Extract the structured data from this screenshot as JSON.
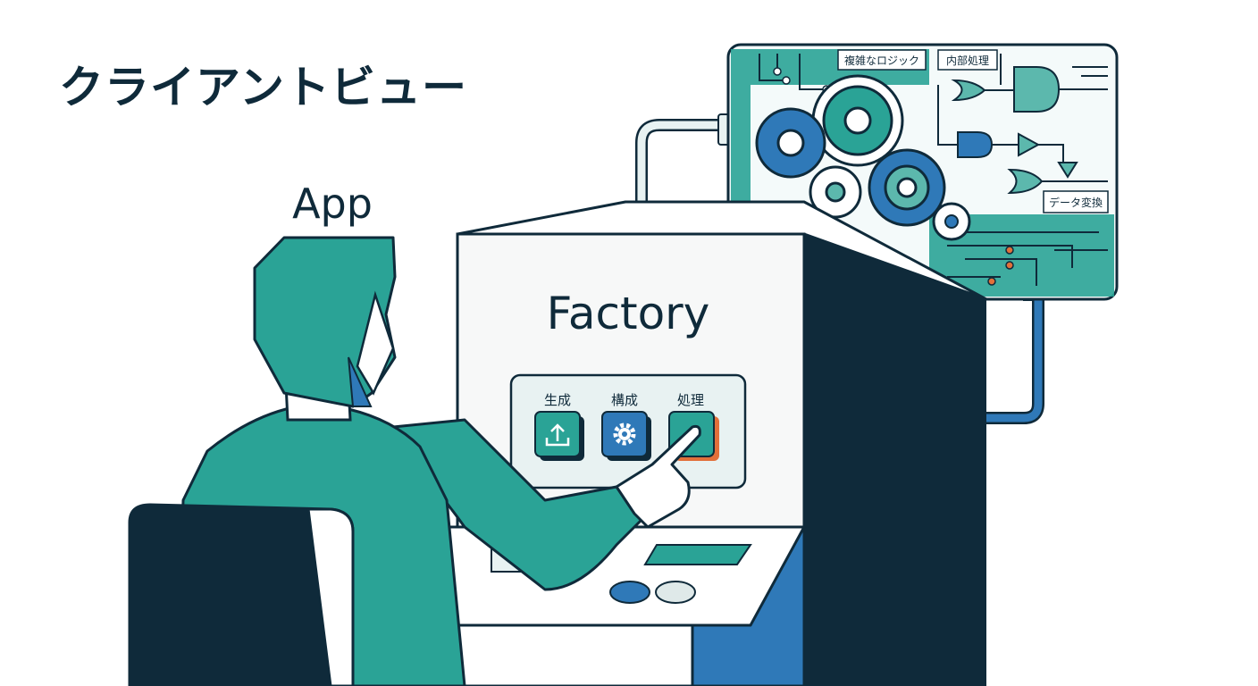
{
  "title": "クライアントビュー",
  "app_label": "App",
  "factory_label": "Factory",
  "buttons": [
    {
      "label": "生成",
      "icon": "upload-icon"
    },
    {
      "label": "構成",
      "icon": "gear-icon"
    },
    {
      "label": "処理",
      "icon": "process-icon"
    }
  ],
  "internal_labels": {
    "complex_logic": "複雑なロジック",
    "internal_processing": "内部処理",
    "data_conversion": "データ変換"
  },
  "colors": {
    "teal": "#2aa396",
    "dark": "#0f2a3a",
    "blue": "#2f79b8",
    "light": "#e8f2f2",
    "orange": "#e2703a"
  }
}
